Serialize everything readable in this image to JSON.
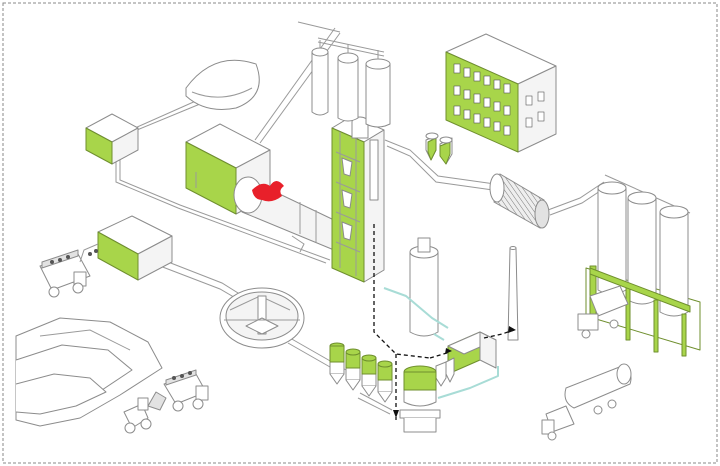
{
  "colors": {
    "accent": "#a8d54a",
    "accent_dark": "#6f8f2e",
    "flame": "#e8202a",
    "teal": "#a8dcd6",
    "frame": "#8a8a8a",
    "flow_arrow": "#111111"
  },
  "diagram": {
    "subject": "cement-plant-process-flow",
    "components": [
      "raw-material-stockpile",
      "wheel-loader",
      "dump-truck",
      "crusher-house",
      "circular-pre-homogenizing-store",
      "raw-mill-silos",
      "coal-pile",
      "coal-mill-house",
      "rotary-kiln",
      "kiln-flame",
      "preheater-tower",
      "tall-silos",
      "clinker-cooler-hoppers",
      "filter-silo",
      "bag-filter-unit",
      "chimney-stack",
      "cement-mill-drum",
      "office-building",
      "cement-storage-silos",
      "silo-loading-truck",
      "cement-tanker-truck"
    ]
  }
}
